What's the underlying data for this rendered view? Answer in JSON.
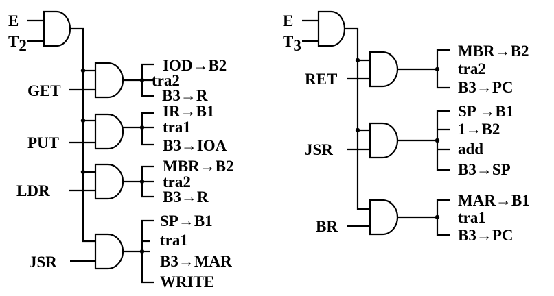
{
  "left_circuit": {
    "input_gate": {
      "in1": "E",
      "in2_base": "T",
      "in2_sub": "2"
    },
    "groups": [
      {
        "label": "GET",
        "outputs": [
          "IOD→B2",
          "tra2",
          "B3→R"
        ]
      },
      {
        "label": "PUT",
        "outputs": [
          "IR→B1",
          "tra1",
          "B3→IOA"
        ]
      },
      {
        "label": "LDR",
        "outputs": [
          "MBR→B2",
          "tra2",
          "B3→R"
        ]
      },
      {
        "label": "JSR",
        "outputs": [
          "SP→B1",
          "tra1",
          "B3→MAR",
          "WRITE"
        ]
      }
    ]
  },
  "right_circuit": {
    "input_gate": {
      "in1": "E",
      "in2_base": "T",
      "in2_sub": "3"
    },
    "groups": [
      {
        "label": "RET",
        "outputs": [
          "MBR→B2",
          "tra2",
          "B3→PC"
        ]
      },
      {
        "label": "JSR",
        "outputs": [
          "SP →B1",
          "1→B2",
          "add",
          "B3→SP"
        ]
      },
      {
        "label": "BR",
        "outputs": [
          "MAR→B1",
          "tra1",
          "B3→PC"
        ]
      }
    ]
  }
}
